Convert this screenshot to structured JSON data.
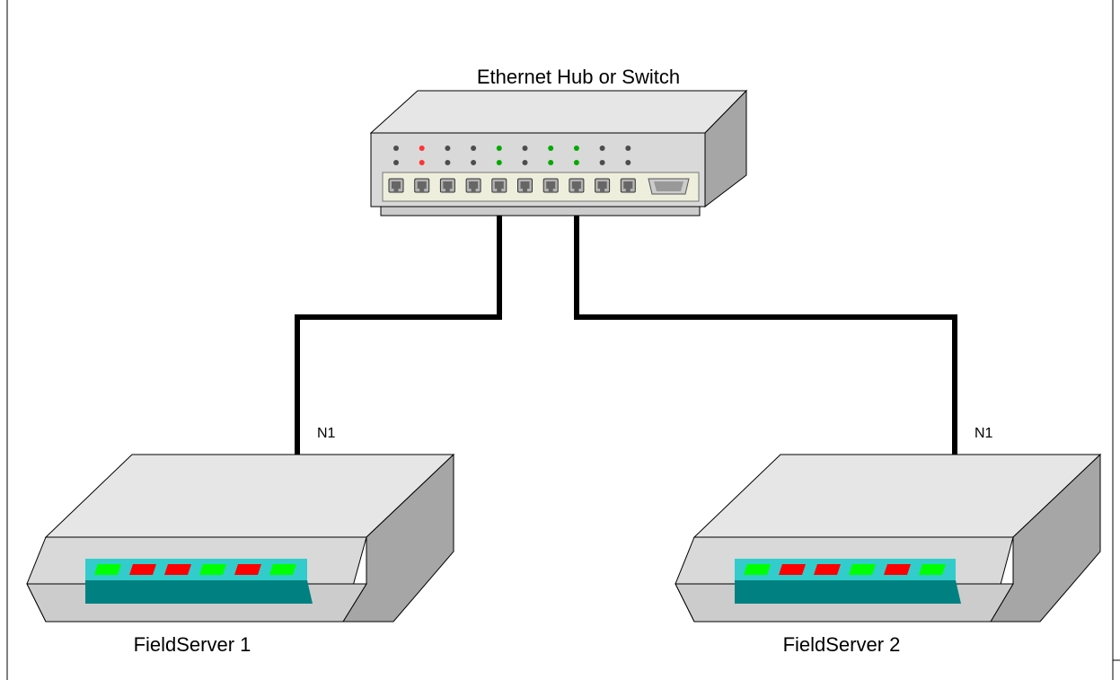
{
  "hub": {
    "title": "Ethernet Hub or Switch",
    "led_colors": [
      [
        "#4d4d4d",
        "#4d4d4d"
      ],
      [
        "#ff3333",
        "#ff3333"
      ],
      [
        "#4d4d4d",
        "#4d4d4d"
      ],
      [
        "#4d4d4d",
        "#4d4d4d"
      ],
      [
        "#00aa00",
        "#00aa00"
      ],
      [
        "#4d4d4d",
        "#4d4d4d"
      ],
      [
        "#00aa00",
        "#00aa00"
      ],
      [
        "#00aa00",
        "#00aa00"
      ],
      [
        "#4d4d4d",
        "#4d4d4d"
      ],
      [
        "#4d4d4d",
        "#4d4d4d"
      ]
    ],
    "port_count": 10
  },
  "devices": [
    {
      "name": "FieldServer 1",
      "port_label": "N1",
      "leds": [
        "#00ff00",
        "#ff0000",
        "#ff0000",
        "#00ff00",
        "#ff0000",
        "#00ff00"
      ]
    },
    {
      "name": "FieldServer 2",
      "port_label": "N1",
      "leds": [
        "#00ff00",
        "#ff0000",
        "#ff0000",
        "#00ff00",
        "#ff0000",
        "#00ff00"
      ]
    }
  ],
  "colors": {
    "device_top": "#e6e6e6",
    "device_front": "#d9d9d9",
    "device_side": "#a6a6a6",
    "led_panel_light": "#33cccc",
    "led_panel_dark": "#008080",
    "cable": "#000000"
  }
}
